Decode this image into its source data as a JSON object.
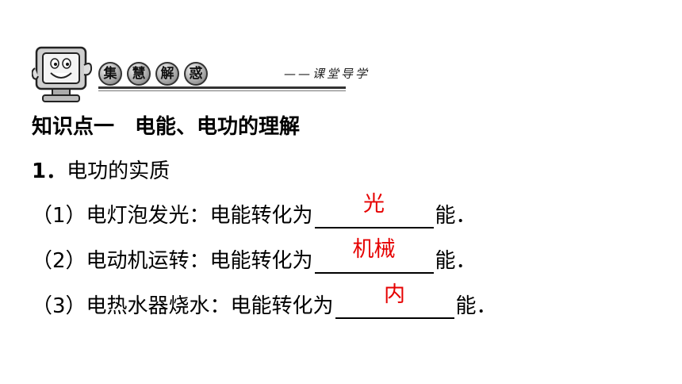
{
  "banner": {
    "tags": [
      "集",
      "慧",
      "解",
      "惑"
    ],
    "subtitle": "——课堂导学"
  },
  "section_title": "知识点一　电能、电功的理解",
  "item1": {
    "number": "1．",
    "text": "电功的实质"
  },
  "rows": [
    {
      "prefix": "（1）电灯泡发光：电能转化为",
      "answer": "光",
      "suffix": "能．"
    },
    {
      "prefix": "（2）电动机运转：电能转化为",
      "answer": "机械",
      "suffix": "能．"
    },
    {
      "prefix": "（3）电热水器烧水：电能转化为",
      "answer": "内",
      "suffix": "能．"
    }
  ],
  "colors": {
    "answer": "#e60000",
    "text": "#000000"
  }
}
